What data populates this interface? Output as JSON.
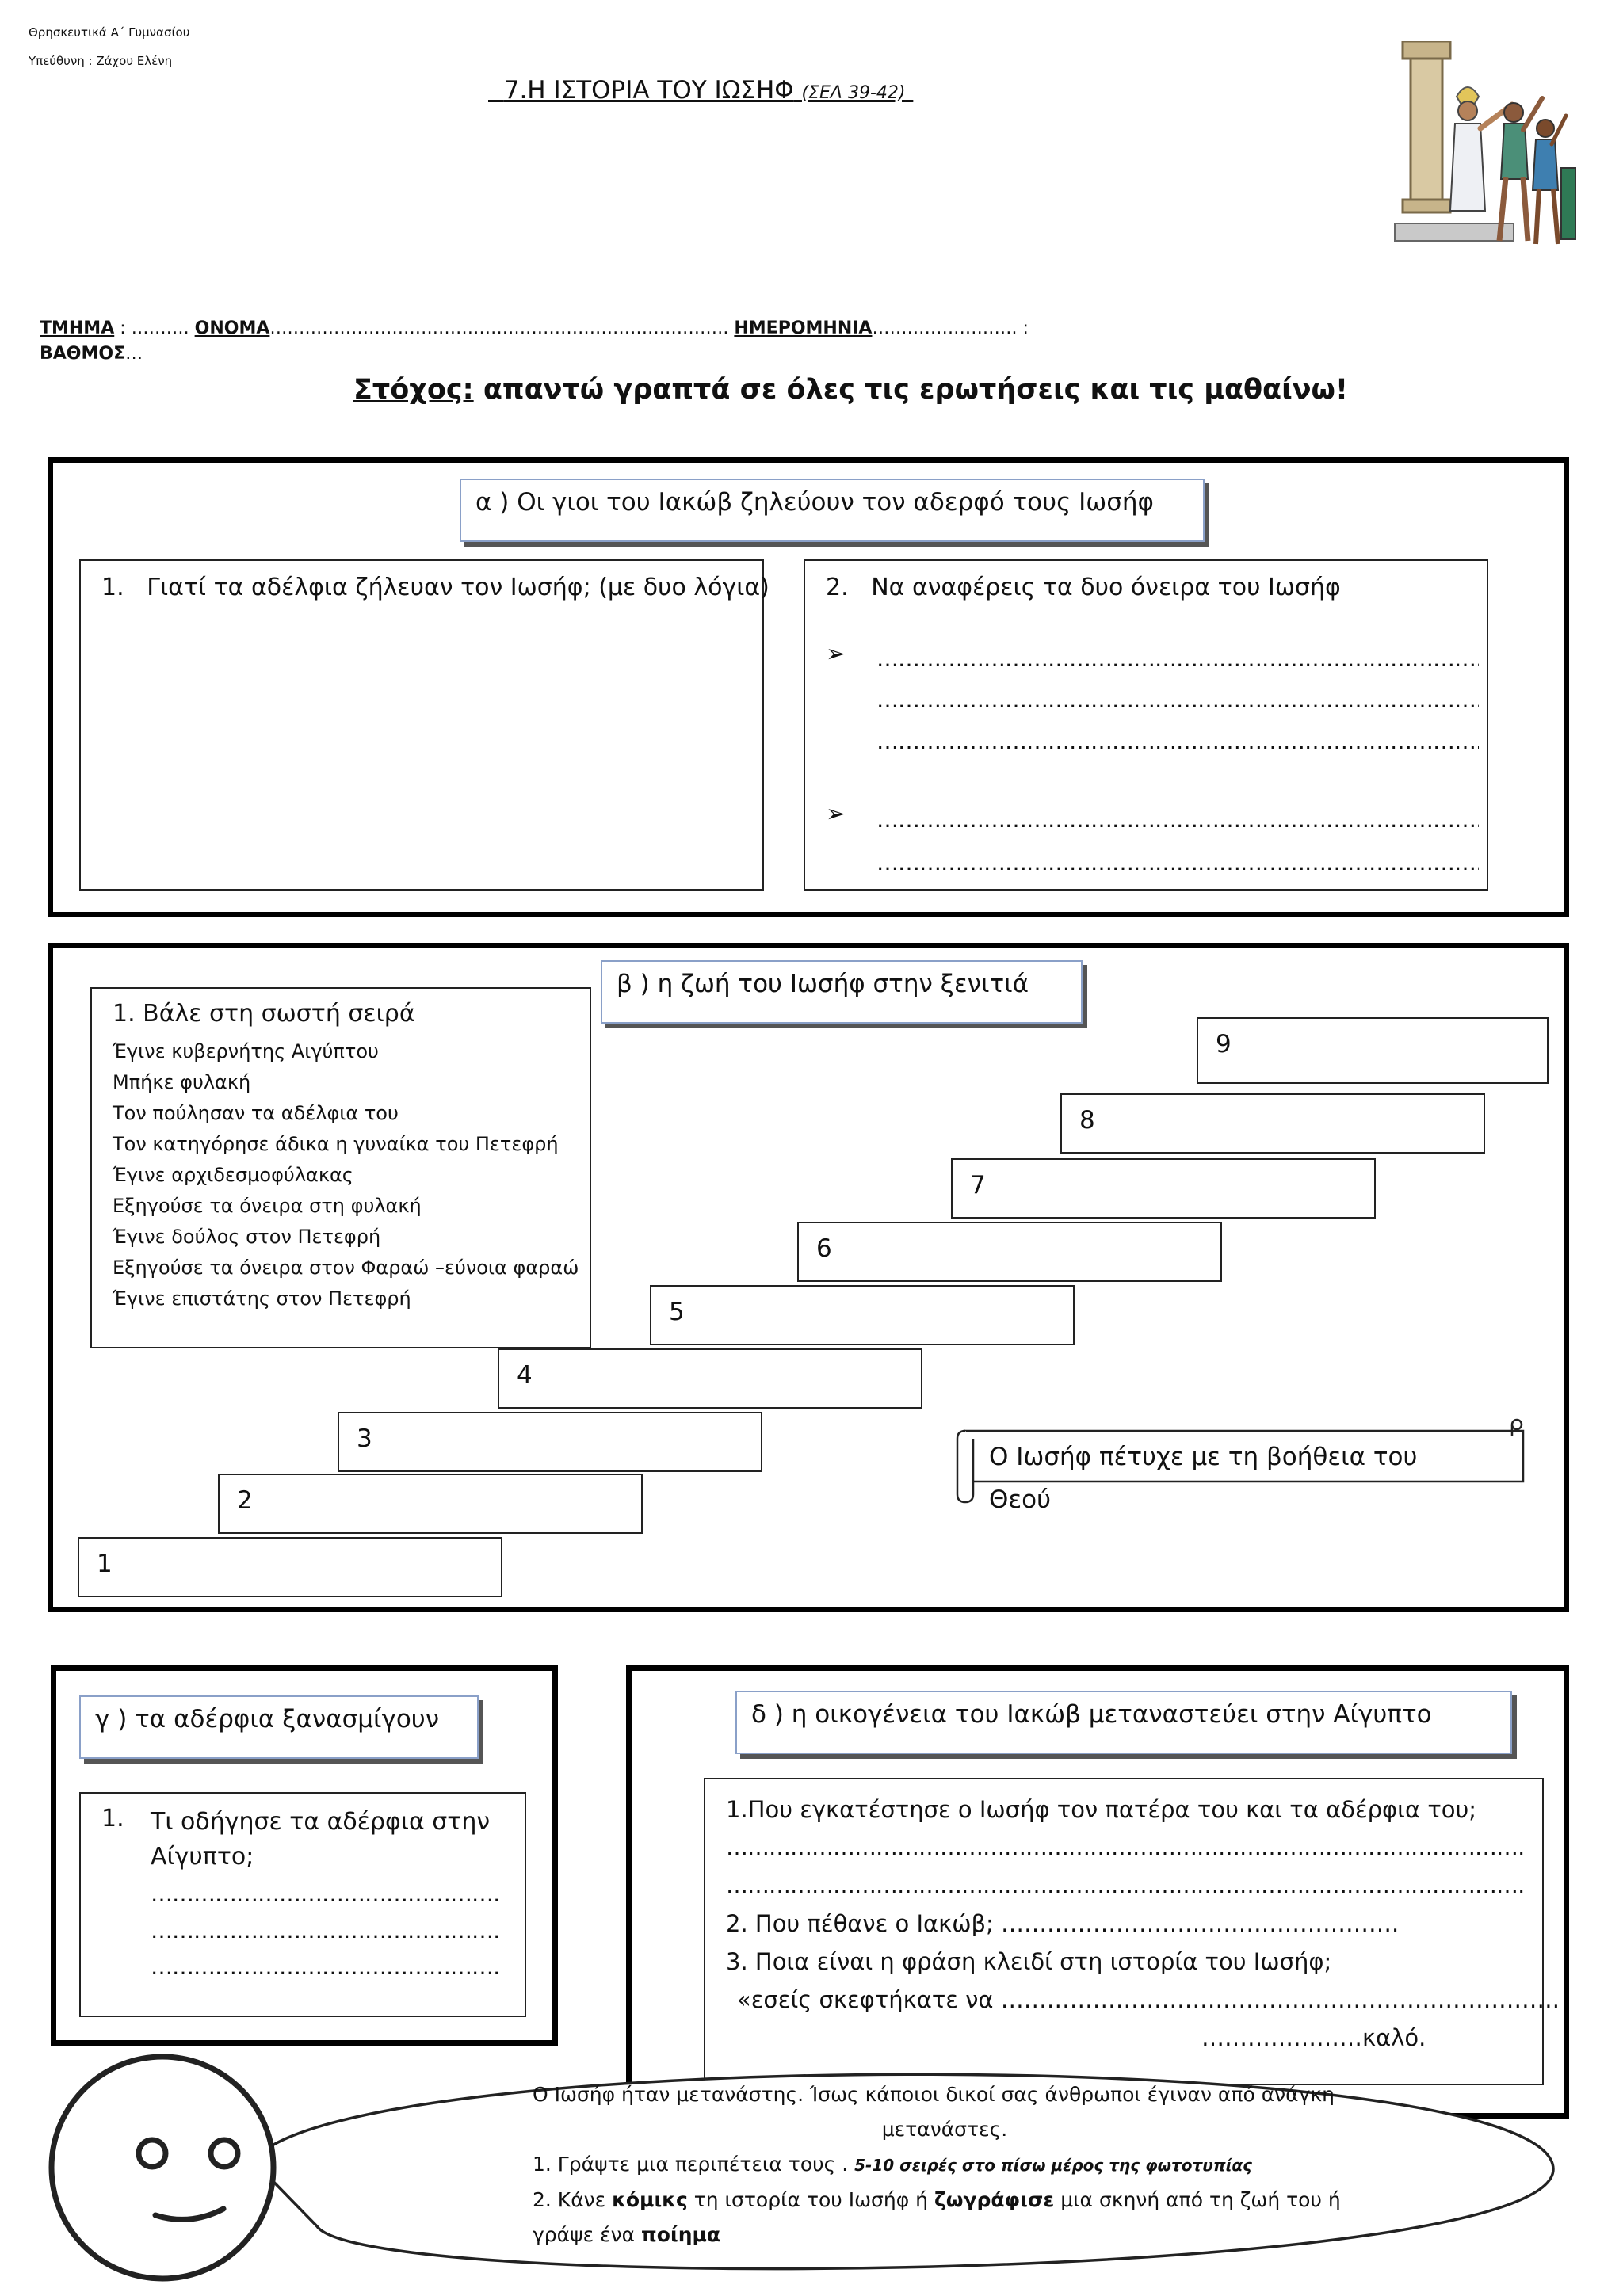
{
  "header": {
    "subject": "Θρησκευτικά Α΄ Γυμνασίου",
    "teacher": "Υπεύθυνη : Ζάχου Ελένη",
    "title_main": "7.Η ΙΣΤΟΡΙΑ ΤΟΥ ΙΩΣΗΦ",
    "title_pages": "(ΣΕΛ 39-42)"
  },
  "student_info": {
    "class_label": "ΤΜΗΜΑ",
    "class_dots": " : ……….  ",
    "name_label": "ΟΝΟΜΑ",
    "name_dots": "……………………………………………………………………. ",
    "date_label": "ΗΜΕΡΟΜΗΝΙΑ",
    "date_dots": "……………………. :",
    "grade_label": "ΒΑΘΜΟΣ",
    "grade_dots": "…"
  },
  "goal": {
    "label": "Στόχος:",
    "text": " απαντώ γραπτά σε όλες τις ερωτήσεις και τις μαθαίνω!"
  },
  "section_a": {
    "header": "α ) Οι γιοι του Ιακώβ ζηλεύουν τον αδερφό τους Ιωσήφ",
    "q1_num": "1.",
    "q1_text": "Γιατί τα αδέλφια ζήλευαν τον Ιωσήφ; (με δυο λόγια)",
    "q2_num": "2.",
    "q2_text": "Να αναφέρεις τα δυο όνειρα του Ιωσήφ",
    "bullet": "➢",
    "dream1_lines": [
      "……………………………………………………………………………",
      "……………………………………………………………………………",
      "…………………………………………………………………………..."
    ],
    "dream2_lines": [
      "……………………………………………………………………………",
      "……………………………………………………………………………"
    ]
  },
  "section_b": {
    "header": "β ) η ζωή του Ιωσήφ στην ξενιτιά",
    "task": "1. Βάλε στη σωστή σειρά",
    "events": [
      "Έγινε κυβερνήτης Αιγύπτου",
      "Μπήκε φυλακή",
      "Τον πούλησαν τα αδέλφια του",
      "Τον κατηγόρησε άδικα η γυναίκα του Πετεφρή",
      "Έγινε αρχιδεσμοφύλακας",
      "Εξηγούσε τα όνειρα στη φυλακή",
      "Έγινε δούλος στον Πετεφρή",
      "Εξηγούσε τα όνειρα στον Φαραώ –εύνοια φαραώ",
      "Έγινε επιστάτης στον Πετεφρή"
    ],
    "steps": [
      "1",
      "2",
      "3",
      "4",
      "5",
      "6",
      "7",
      "8",
      "9"
    ],
    "scroll_line1": "Ο Ιωσήφ  πέτυχε με τη βοήθεια του",
    "scroll_line2": "Θεού"
  },
  "section_c": {
    "header": "γ )  τα αδέρφια ξανασμίγουν",
    "q1_num": "1.",
    "q1_text_line1": "Τι οδήγησε τα αδέρφια στην",
    "q1_text_line2": "Αίγυπτο;",
    "lines": [
      "……………………………………………",
      "……………………………………………",
      "……………………………………………."
    ]
  },
  "section_d": {
    "header": "δ )  η οικογένεια του Ιακώβ μεταναστεύει στην Αίγυπτο",
    "q1": "1.Που εγκατέστησε ο Ιωσήφ τον πατέρα του και τα αδέρφια του;",
    "q1_line1": "……………………………………………………………………………………………………………",
    "q1_line2": "…………………………………………………………………………………………………………….",
    "q2": "2. Που πέθανε ο Ιακώβ;  …………………………………………….",
    "q3": "3. Ποια είναι η φράση κλειδί στη ιστορία του Ιωσήφ;",
    "q3_phrase": "«εσείς σκεφτήκατε να ……………………………………………………………….",
    "q3_end": "…………………καλό."
  },
  "bubble": {
    "intro_line1": "Ο Ιωσήφ ήταν μετανάστης.  Ίσως κάποιοι δικοί σας άνθρωποι έγιναν από ανάγκη",
    "intro_line2": "μετανάστες.",
    "task1": "1. Γράψτε μια περιπέτεια τους . ",
    "task1_note": "5-10 σειρές  στο πίσω μέρος της φωτοτυπίας",
    "task2_a": "2. Κάνε ",
    "task2_b1": "κόμικς",
    "task2_c": " τη ιστορία του Ιωσήφ  ή ",
    "task2_b2": "ζωγράφισε",
    "task2_d": "  μια σκηνή  από τη ζωή του ή",
    "task2_e": "γράψε ένα ",
    "task2_b3": "ποίημα"
  }
}
